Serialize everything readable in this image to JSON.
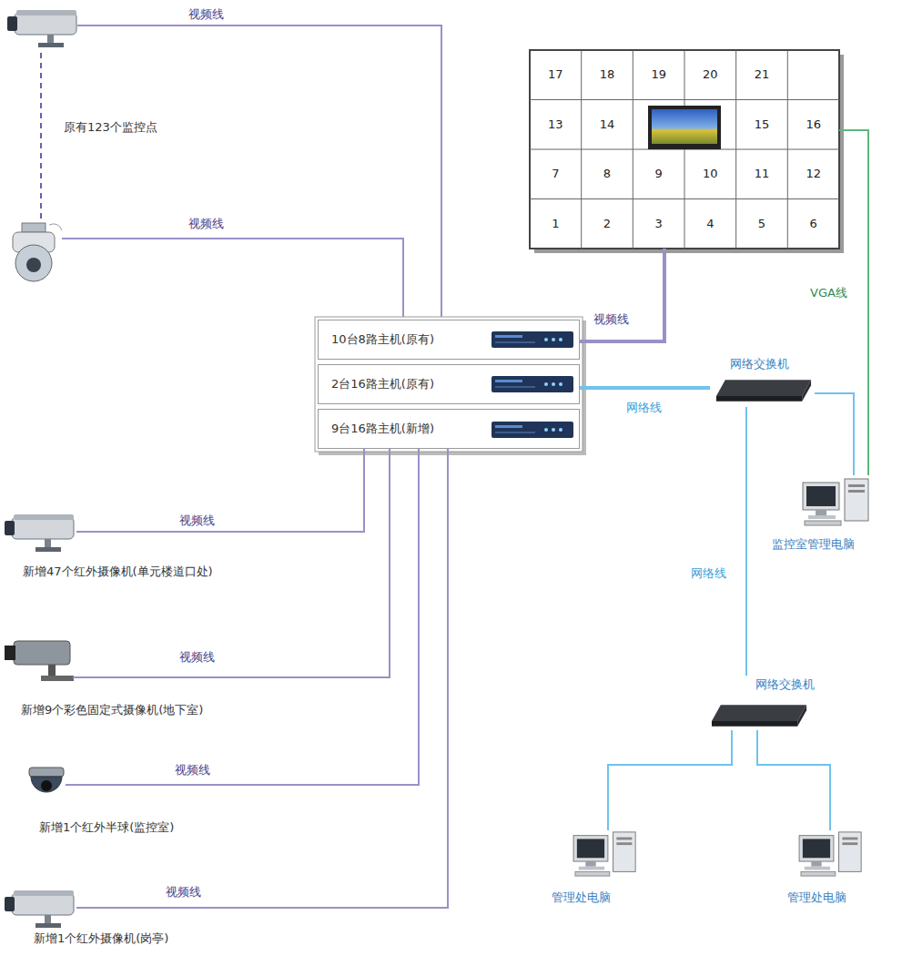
{
  "diagram": {
    "nodes": [
      {
        "text": [
          "17",
          "18",
          "19",
          "20",
          "21",
          "13",
          "14",
          "15",
          "16",
          "7",
          "8",
          "9",
          "10",
          "11",
          "12",
          "1",
          "2",
          "3",
          "4",
          "5",
          "6"
        ]
      },
      {
        "text": [
          "10台8路主机(原有)"
        ]
      },
      {
        "text": [
          "2台16路主机(原有)"
        ]
      },
      {
        "text": [
          "9台16路主机(新增)"
        ]
      },
      {
        "text": [
          "网络交换机"
        ]
      },
      {
        "text": [
          "监控室管理电脑"
        ]
      },
      {
        "text": [
          "新增47个红外摄像机(单元楼道口处)"
        ]
      },
      {
        "text": [
          "新增9个彩色固定式摄像机(地下室)"
        ]
      },
      {
        "text": [
          "新增1个红外半球(监控室)"
        ]
      },
      {
        "text": [
          "新增1个红外摄像机(岗亭)"
        ]
      },
      {
        "text": [
          "网络交换机"
        ]
      },
      {
        "text": [
          "管理处电脑"
        ]
      },
      {
        "text": [
          "管理处电脑"
        ]
      }
    ],
    "edges": [
      {
        "from": 0,
        "to": 1,
        "arrow": "none",
        "label": "视频线"
      },
      {
        "from": 2,
        "to": 4,
        "arrow": "none",
        "label": "网络线"
      },
      {
        "from": 4,
        "to": 5,
        "arrow": "none"
      },
      {
        "from": 5,
        "to": 0,
        "arrow": "none",
        "label": "VGA线"
      },
      {
        "from": 4,
        "to": 10,
        "arrow": "none",
        "label": "网络线"
      },
      {
        "from": 10,
        "to": 11,
        "arrow": "none"
      },
      {
        "from": 10,
        "to": 12,
        "arrow": "none"
      },
      {
        "from": 6,
        "to": 3,
        "arrow": "none",
        "label": "视频线"
      },
      {
        "from": 7,
        "to": 3,
        "arrow": "none",
        "label": "视频线"
      },
      {
        "from": 8,
        "to": 3,
        "arrow": "none",
        "label": "视频线"
      },
      {
        "from": 9,
        "to": 3,
        "arrow": "none",
        "label": "视频线"
      }
    ],
    "labels": [
      "视频线",
      "原有123个监控点",
      "视频线"
    ]
  }
}
